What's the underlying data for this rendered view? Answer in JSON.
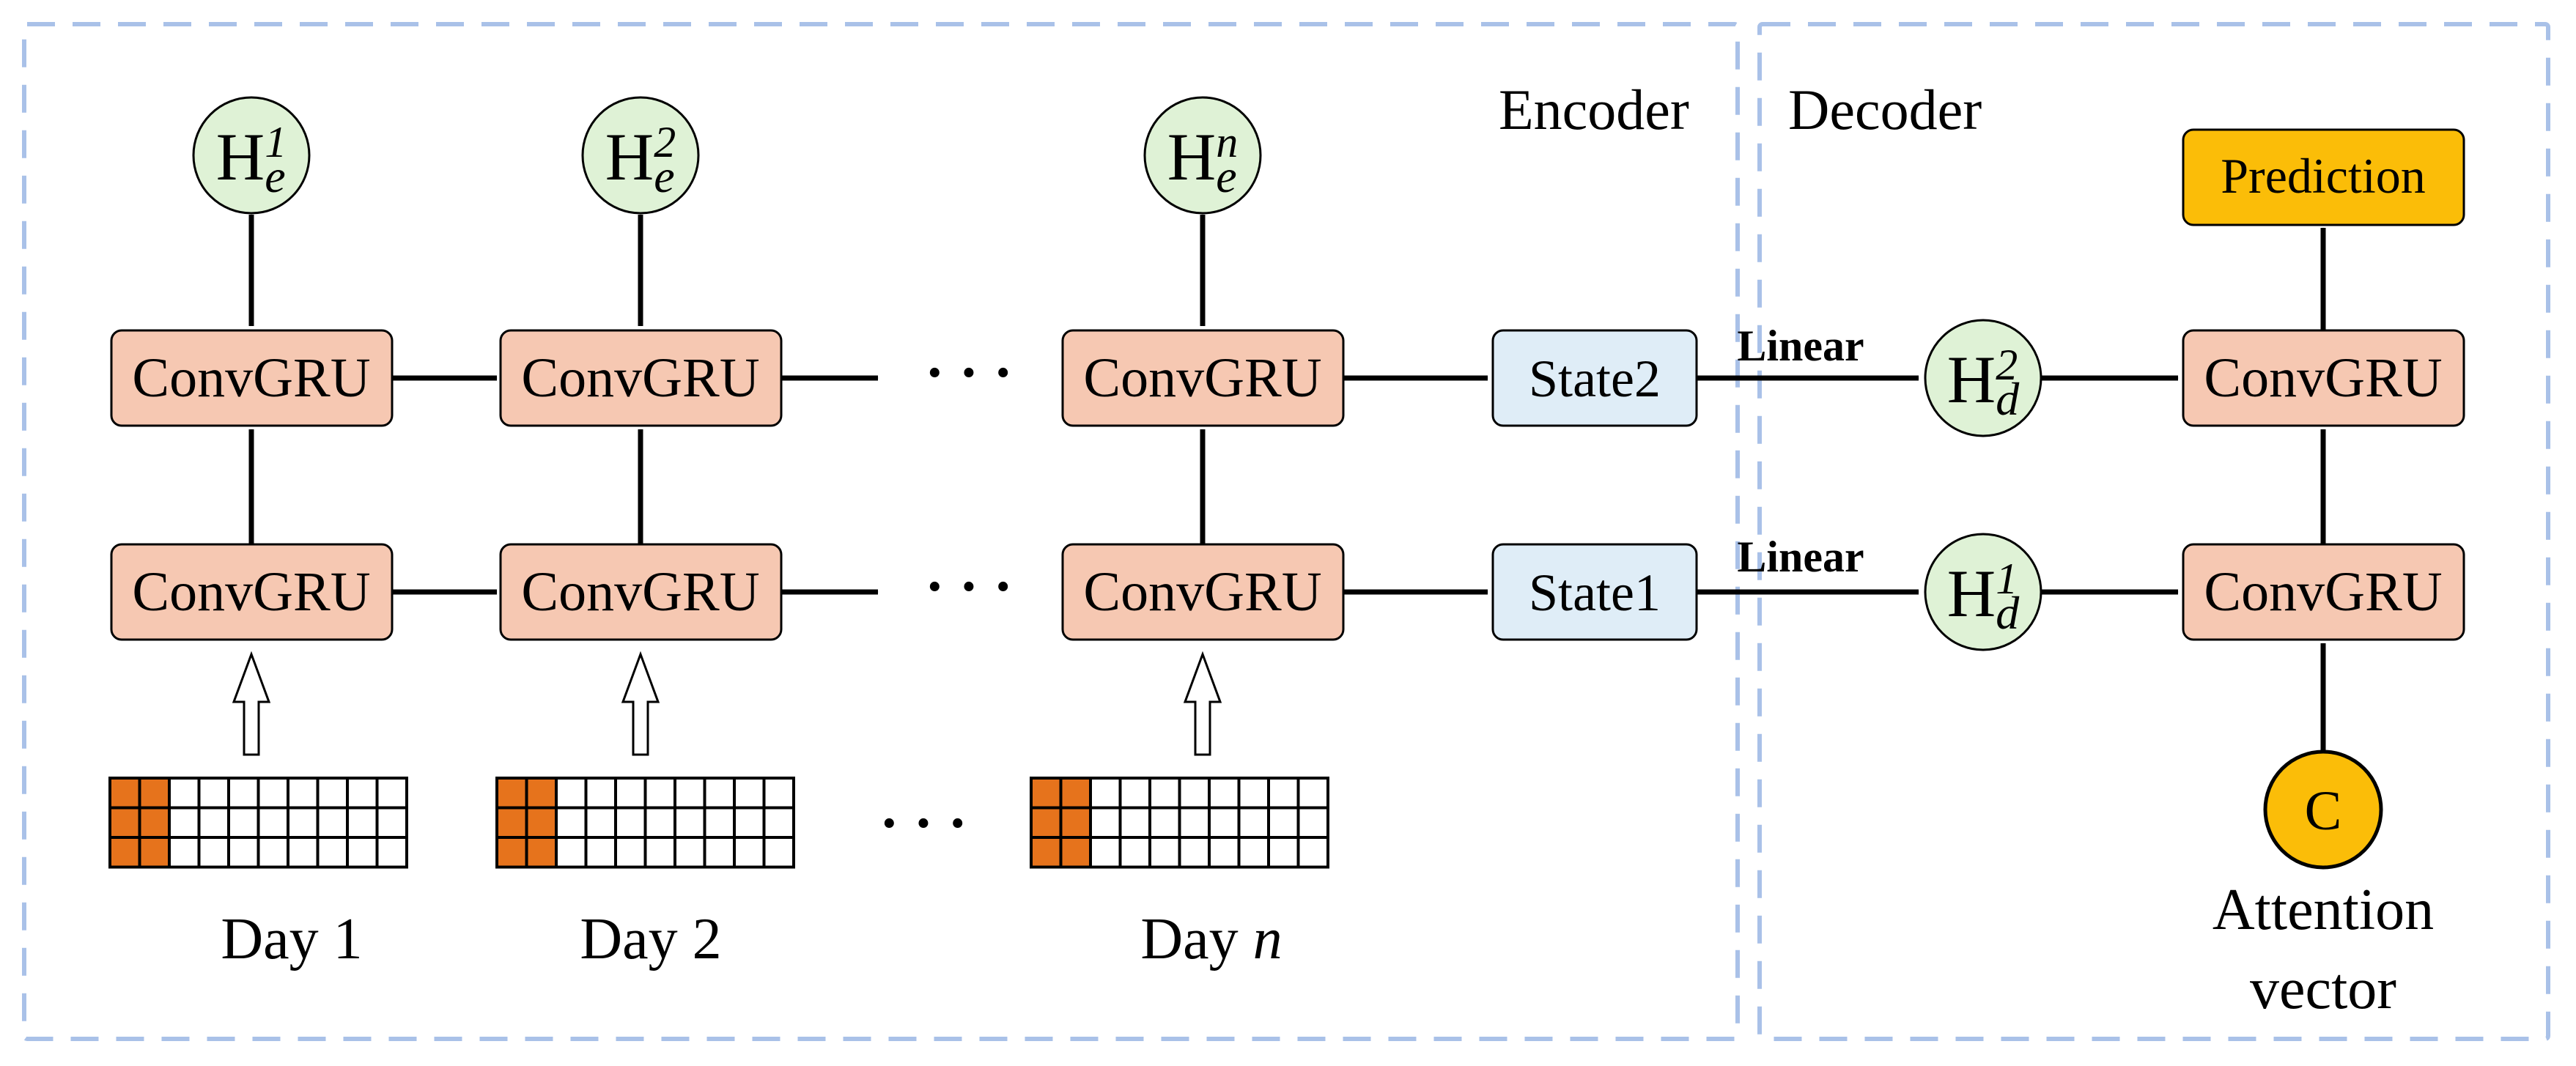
{
  "encoder": {
    "label": "Encoder",
    "hidden_states": [
      {
        "symbol": "H",
        "sub": "e",
        "sup": "1"
      },
      {
        "symbol": "H",
        "sub": "e",
        "sup": "2"
      },
      {
        "symbol": "H",
        "sub": "e",
        "sup": "n"
      }
    ],
    "top_cells": [
      "ConvGRU",
      "ConvGRU",
      "ConvGRU"
    ],
    "bottom_cells": [
      "ConvGRU",
      "ConvGRU",
      "ConvGRU"
    ],
    "dots": [
      "· · ·",
      "· · ·",
      "· · ·"
    ],
    "inputs": [
      {
        "day": "Day 1"
      },
      {
        "day": "Day 2"
      },
      {
        "day": "Day ",
        "day_var": "n"
      }
    ],
    "states": [
      "State2",
      "State1"
    ]
  },
  "decoder": {
    "label": "Decoder",
    "links": [
      "Linear",
      "Linear"
    ],
    "hidden_states": [
      {
        "symbol": "H",
        "sub": "d",
        "sup": "2"
      },
      {
        "symbol": "H",
        "sub": "d",
        "sup": "1"
      }
    ],
    "top_cell": "ConvGRU",
    "bottom_cell": "ConvGRU",
    "prediction": "Prediction",
    "context": "C",
    "attention_line1": "Attention",
    "attention_line2": "vector"
  },
  "colors": {
    "dashed_border": "#a9c1e8",
    "convgru_fill": "#f6c8b2",
    "state_fill": "#dfedf7",
    "hidden_fill": "#dff2d6",
    "prediction_fill": "#fbbd08",
    "context_fill": "#fbbd08",
    "grid_highlight": "#e6731c"
  }
}
